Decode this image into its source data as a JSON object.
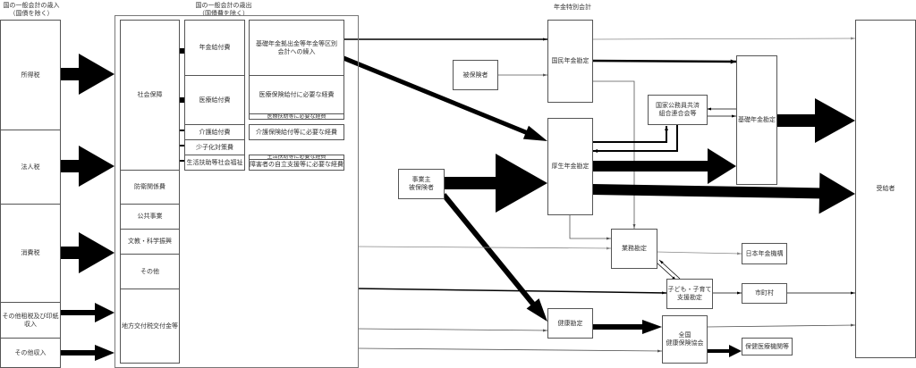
{
  "revenue": {
    "title": "国の一般会計の歳入\n（国債を除く）",
    "items": [
      "所得税",
      "法人税",
      "消費税",
      "その他租税及び印紙収入",
      "その他収入"
    ]
  },
  "expenditure": {
    "title": "国の一般会計の歳出\n（国債費を除く）",
    "categories": [
      "社会保障",
      "防衛関係費",
      "公共事業",
      "文教・科学振興",
      "その他",
      "地方交付税交付金等"
    ],
    "social_security": [
      "年金給付費",
      "医療給付費",
      "介護給付費",
      "少子化対策費",
      "生活扶助等社会福祉"
    ],
    "details": [
      "基礎年金拠出金等年金等区別会計への繰入",
      "医療保険給付に必要な経費",
      "医療扶助等に必要な経費",
      "介護保険給付等に必要な経費",
      "生活扶助等に必要な経費",
      "障害者の自立支援等に必要な経費"
    ]
  },
  "pension": {
    "title": "年金特別会計",
    "national_pension": "国民年金勘定",
    "insured": "被保険者",
    "employee_pension": "厚生年金勘定",
    "employer_insured": "事業主\n被保険者",
    "civil_servants": "国家公務員共済\n組合連合会等",
    "basic_pension": "基礎年金勘定",
    "recipients": "受給者",
    "operations": "業務勘定",
    "jpa": "日本年金機構",
    "child_support": "子ども・子育て\n支援勘定",
    "municipalities": "市町村",
    "health": "健康勘定",
    "kyokai": "全国\n健康保険協会",
    "medical_institutions": "保健医療機関等"
  }
}
